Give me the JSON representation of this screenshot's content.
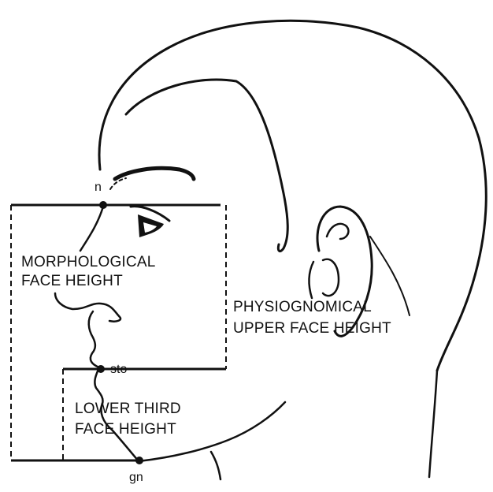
{
  "labels": {
    "nasion": "n",
    "morphological_line1": "MORPHOLOGICAL",
    "morphological_line2": "FACE HEIGHT",
    "physiognomical_line1": "PHYSIOGNOMICAL",
    "physiognomical_line2": "UPPER FACE HEIGHT",
    "stomion": "sto",
    "lower_third_line1": "LOWER THIRD",
    "lower_third_line2": "FACE HEIGHT",
    "gnathion": "gn"
  },
  "colors": {
    "ink": "#111111",
    "background": "#ffffff"
  }
}
